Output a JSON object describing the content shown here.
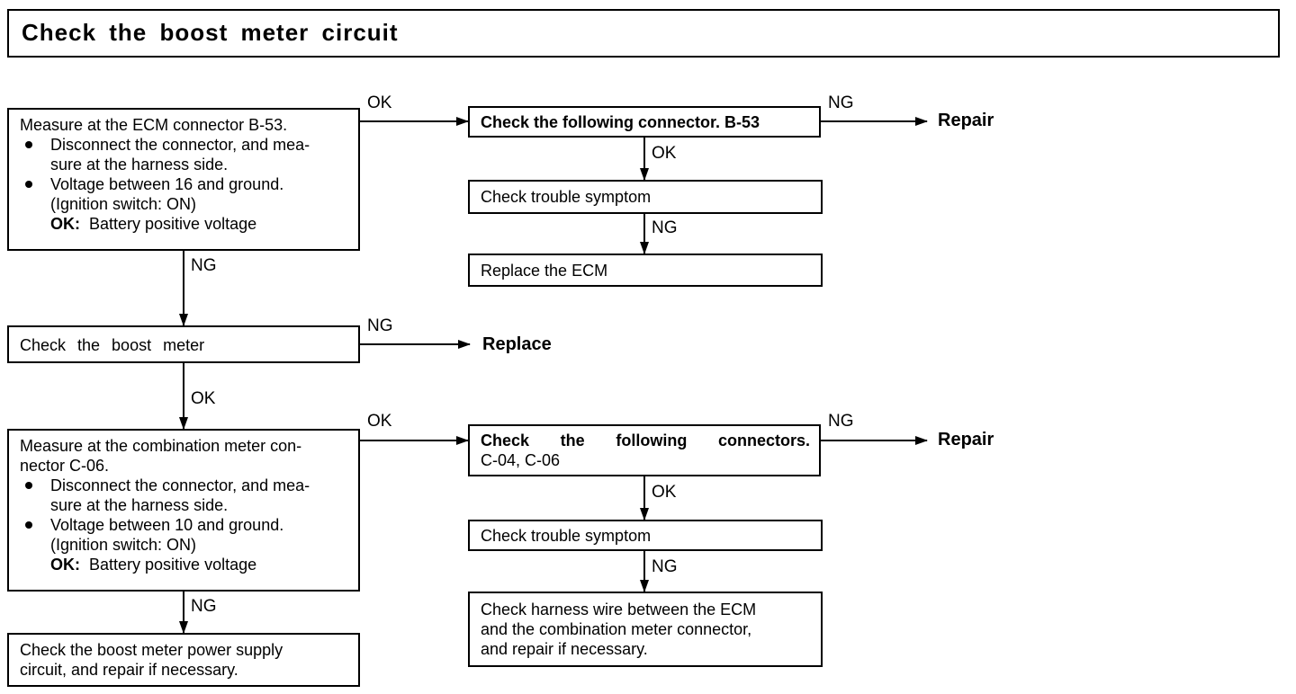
{
  "title": "Check the boost meter circuit",
  "labels": {
    "ok": "OK",
    "ng": "NG",
    "ok_prefix": "OK:"
  },
  "results": {
    "repair": "Repair",
    "replace": "Replace"
  },
  "box1": {
    "line1": "Measure at the ECM connector B-53.",
    "bullet1_a": "Disconnect the connector, and mea-",
    "bullet1_b": "sure at the harness side.",
    "bullet2_a": "Voltage between 16 and ground.",
    "bullet2_b": "(Ignition switch: ON)",
    "ok_text": "Battery positive voltage"
  },
  "box2": {
    "text": "Check the following connector. B-53"
  },
  "box3": {
    "text": "Check trouble symptom"
  },
  "box4": {
    "text": "Replace the ECM"
  },
  "box5": {
    "text": "Check the boost meter"
  },
  "box6": {
    "line1": "Measure at the combination meter con-",
    "line2": "nector C-06.",
    "bullet1_a": "Disconnect the connector, and mea-",
    "bullet1_b": "sure at the harness side.",
    "bullet2_a": "Voltage between 10 and ground.",
    "bullet2_b": "(Ignition switch: ON)",
    "ok_text": "Battery positive voltage"
  },
  "box7": {
    "line1": "Check the following connectors.",
    "line2": "C-04, C-06"
  },
  "box8": {
    "text": "Check trouble symptom"
  },
  "box9": {
    "line1": "Check harness wire between the ECM",
    "line2": "and the combination meter connector,",
    "line3": "and repair if necessary."
  },
  "box10": {
    "line1": "Check the boost meter power supply",
    "line2": "circuit, and repair if necessary."
  }
}
